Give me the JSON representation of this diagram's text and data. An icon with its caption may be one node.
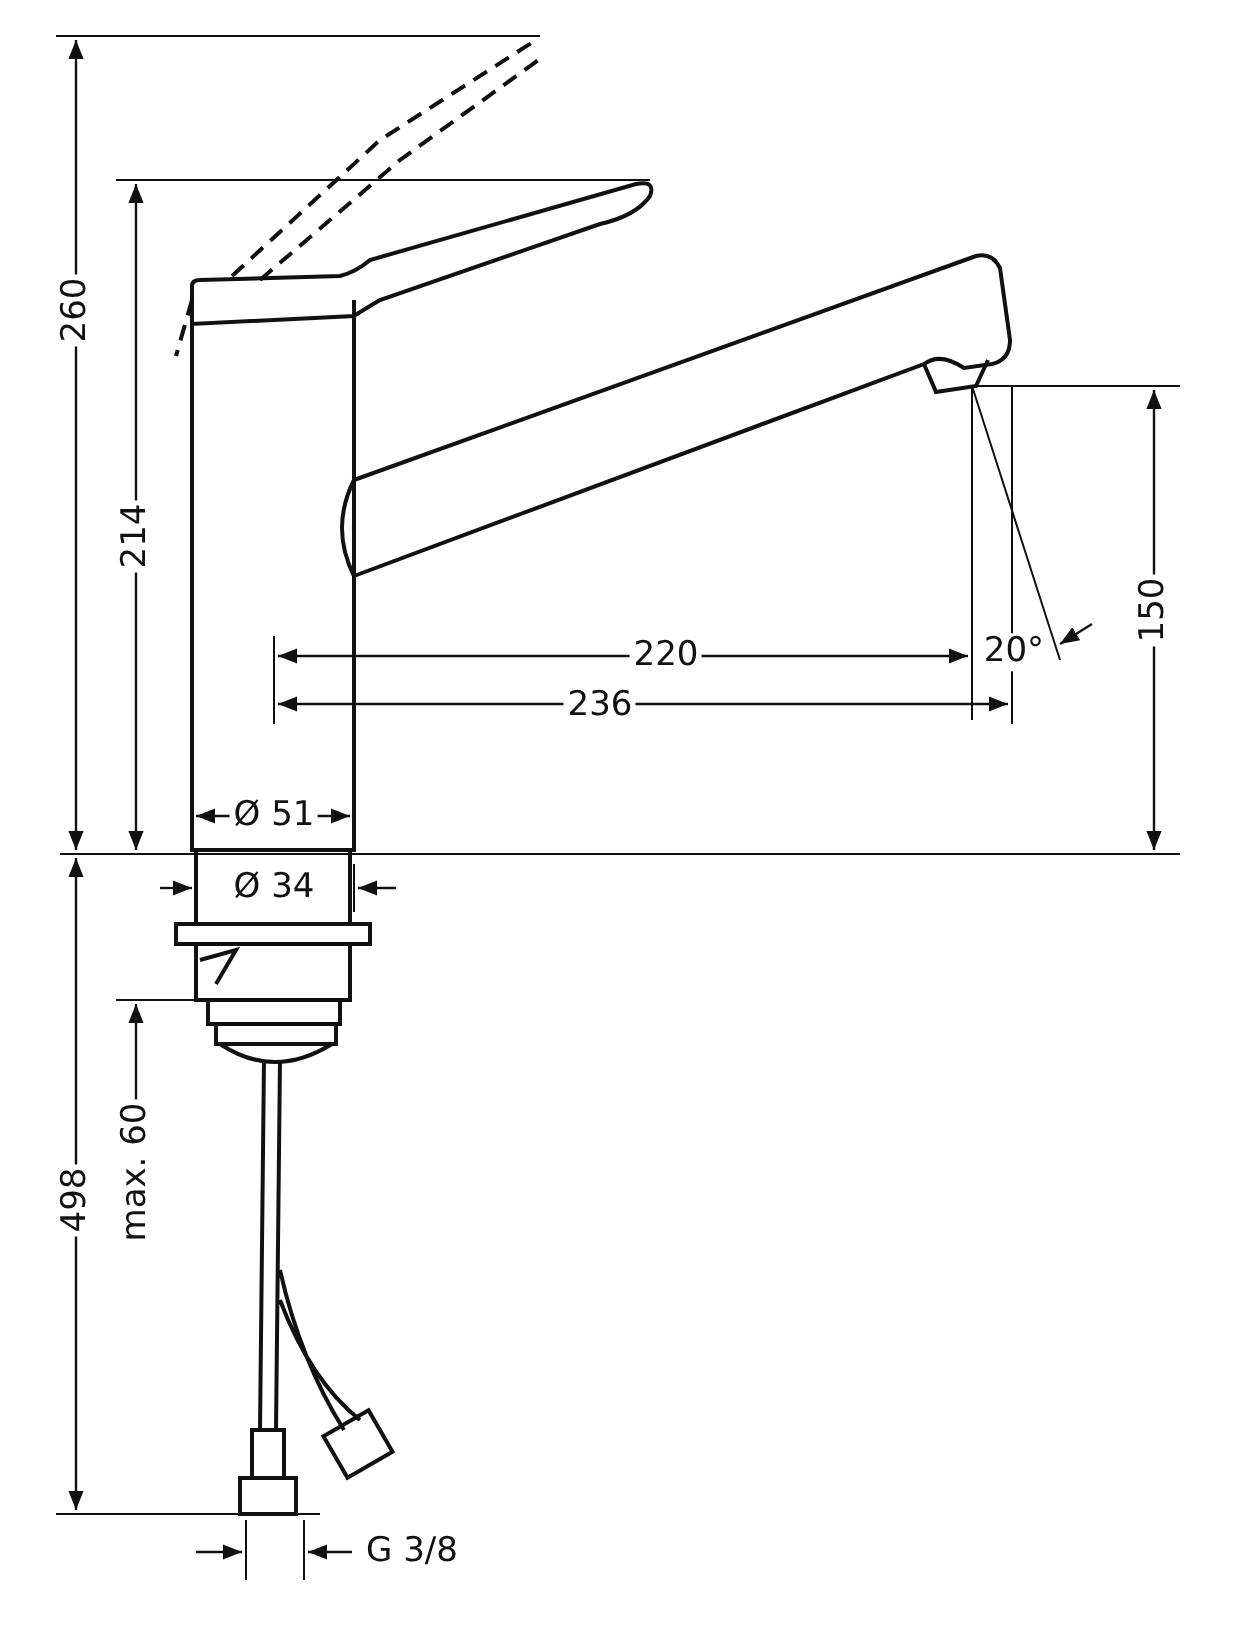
{
  "diagram": {
    "labels": [
      "260",
      "214",
      "220",
      "20°",
      "150",
      "236",
      "Ø 51",
      "Ø 34",
      "498",
      "max. 60",
      "G 3/8"
    ]
  }
}
